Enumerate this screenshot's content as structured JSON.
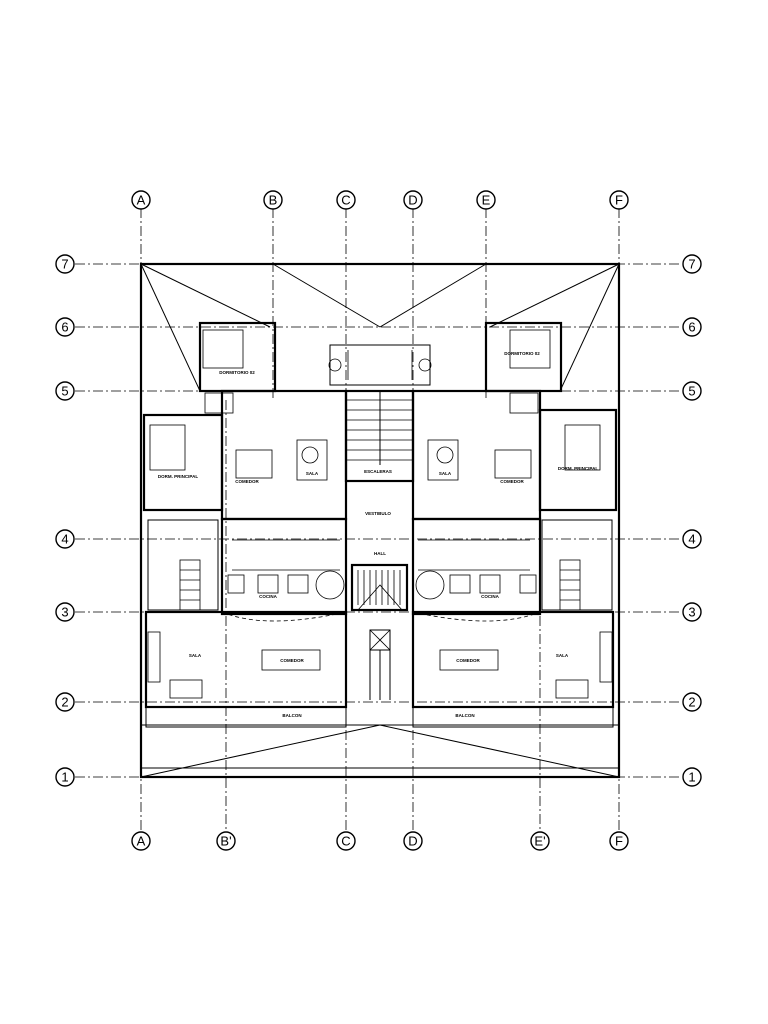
{
  "grid": {
    "columns_top": [
      "A",
      "B",
      "C",
      "D",
      "E",
      "F"
    ],
    "columns_bottom": [
      "A",
      "B'",
      "C",
      "D",
      "E'",
      "F"
    ],
    "rows": [
      "7",
      "6",
      "5",
      "4",
      "3",
      "2",
      "1"
    ]
  },
  "rooms": {
    "sala": "SALA",
    "comedor": "COMEDOR",
    "cocina": "COCINA",
    "escaleras": "ESCALERAS",
    "vestibulo": "VESTIBULO",
    "dormitorio": "DORMITORIO 02",
    "principal": "DORM. PRINCIPAL",
    "balcon": "BALCON",
    "hall": "HALL"
  }
}
